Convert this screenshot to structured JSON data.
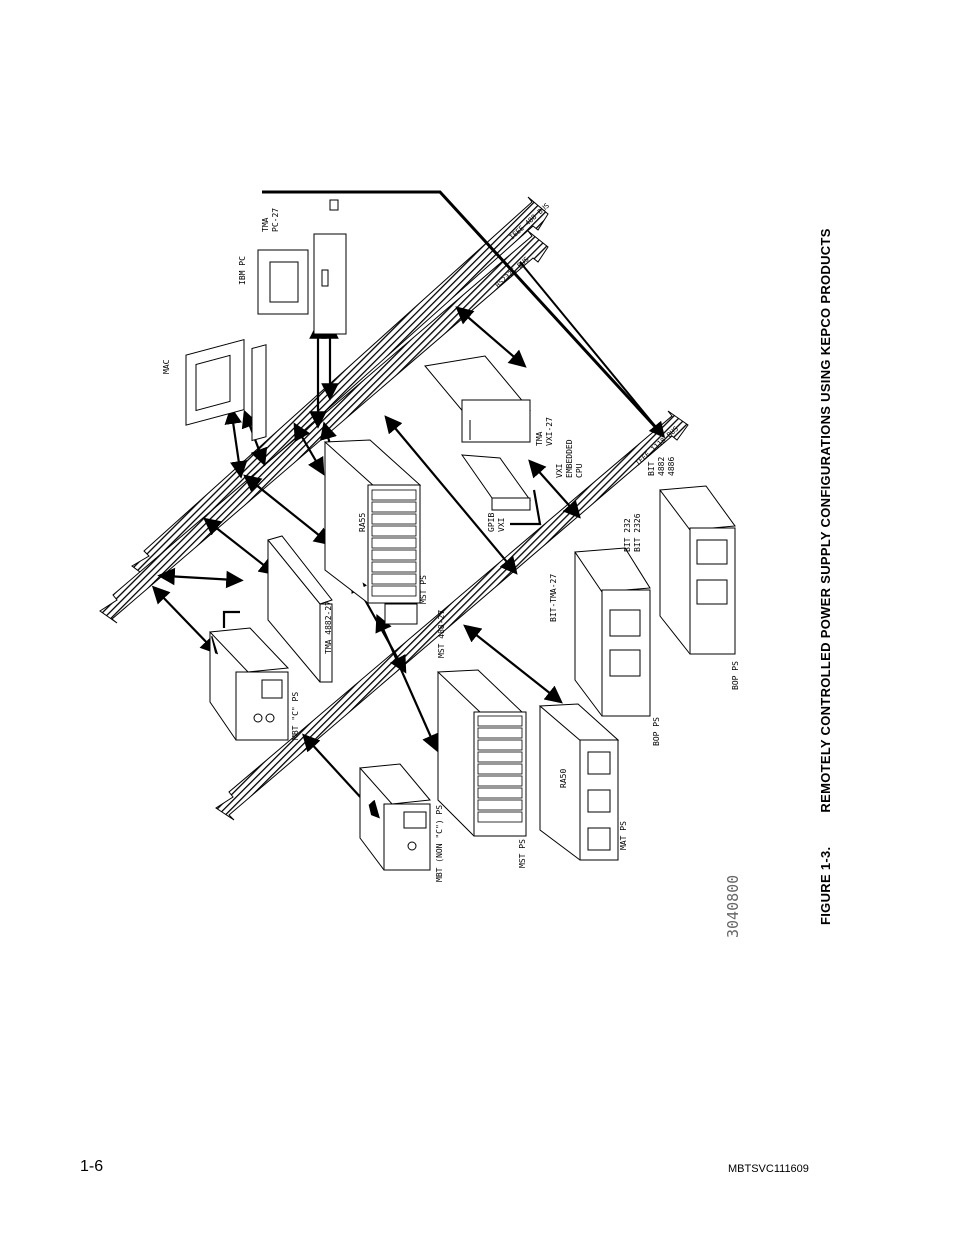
{
  "figure": {
    "number": "FIGURE 1-3.",
    "title": "REMOTELY CONTROLLED POWER SUPPLY CONFIGURATIONS USING KEPCO PRODUCTS",
    "drawing_number": "3040800"
  },
  "buses": {
    "ieee_488": "IEEE 488 BUS",
    "rs232": "RS232C BUS",
    "ieee_1118": "IEEE 1118 BUS"
  },
  "devices": {
    "mac": "MAC",
    "ibm_pc": "IBM PC",
    "tma_pc27": [
      "TMA",
      "PC-27"
    ],
    "tma_vxi27": [
      "TMA",
      "VXI-27"
    ],
    "vxi_embedded_cpu": [
      "VXI",
      "EMBEDDED",
      "CPU"
    ],
    "gpib_vxi": [
      "GPIB",
      "VXI"
    ],
    "ra55": "RA55",
    "mst_ps_top": "MST PS",
    "mst_488_27": "MST 488-27",
    "tma_4882_27": "TMA 4882-27",
    "mbt_c_ps": "MBT \"C\" PS",
    "mbt_non_c_ps": "MBT (NON \"C\") PS",
    "mst_ps_bottom": "MST PS",
    "ra50": "RA50",
    "mat_ps": "MAT PS",
    "bit_tma_27": "BIT-TMA-27",
    "bop_ps_1": "BOP PS",
    "bit_232": [
      "BIT 232",
      "BIT 2326"
    ],
    "bit_4882": [
      "BIT",
      "4882",
      "4886"
    ],
    "bop_ps_2": "BOP PS"
  },
  "footer": {
    "page_number": "1-6",
    "doc_id": "MBTSVC111609"
  }
}
